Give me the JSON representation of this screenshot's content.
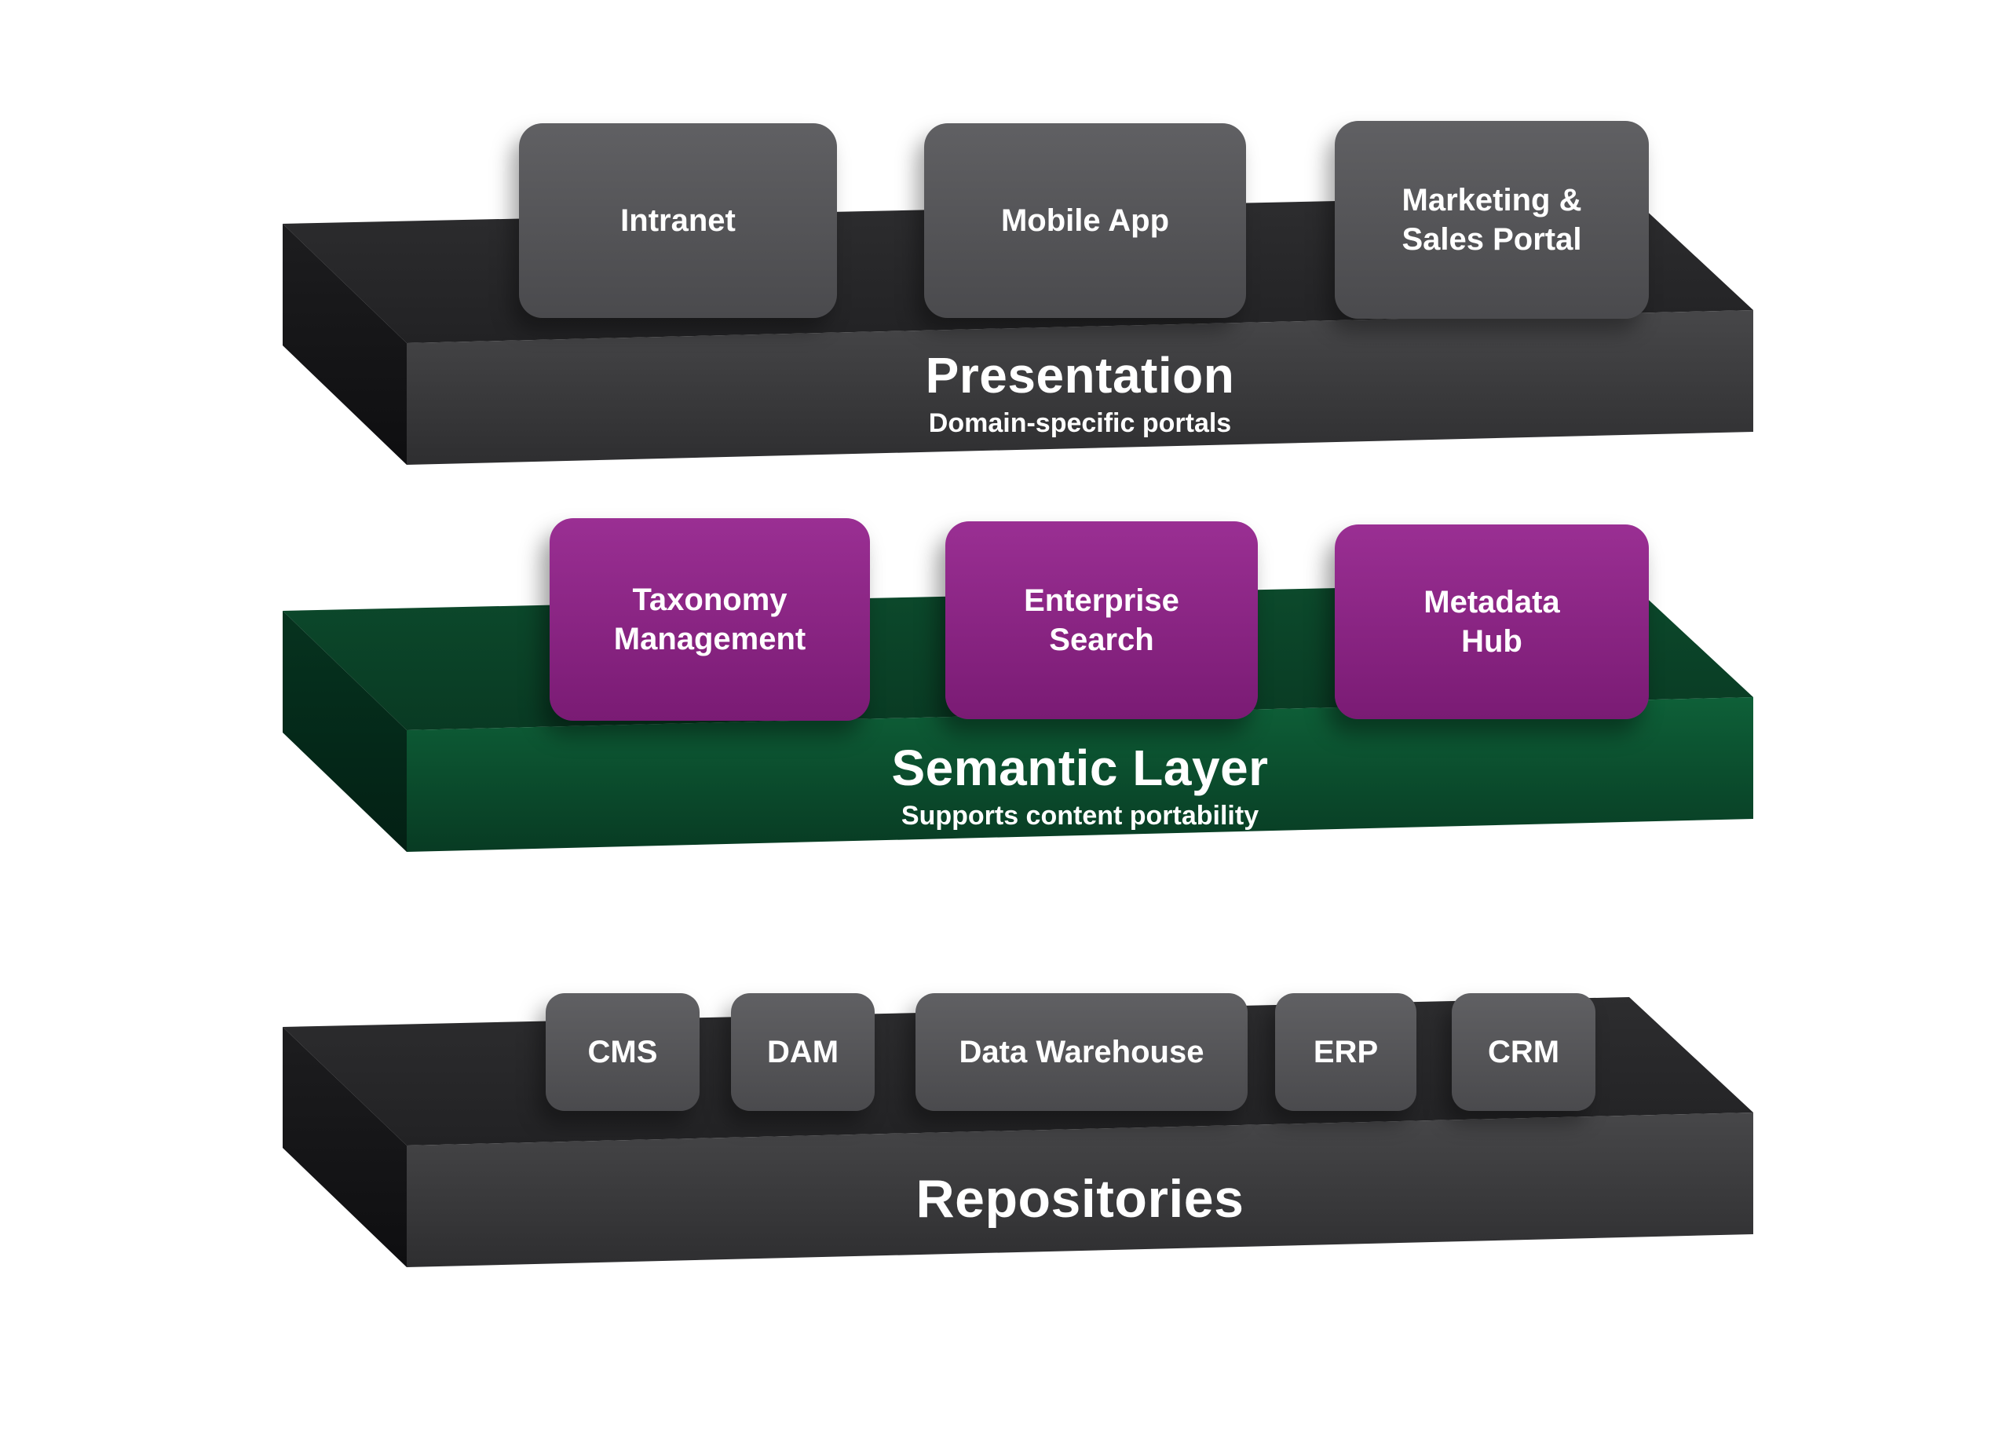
{
  "colors": {
    "background": "#ffffff",
    "slab_dark_front": "#3b3b3d",
    "slab_dark_top": "#29292b",
    "slab_green_front": "#0d5a36",
    "slab_green_top": "#0b4a2c",
    "box_gray": "#565658",
    "box_purple": "#8e2a88",
    "text": "#ffffff"
  },
  "layers": [
    {
      "id": "presentation",
      "title": "Presentation",
      "subtitle": "Domain-specific portals",
      "boxes": [
        {
          "lines": [
            "Intranet"
          ]
        },
        {
          "lines": [
            "Mobile App"
          ]
        },
        {
          "lines": [
            "Marketing &",
            "Sales Portal"
          ]
        }
      ]
    },
    {
      "id": "semantic-layer",
      "title": "Semantic Layer",
      "subtitle": "Supports content portability",
      "boxes": [
        {
          "lines": [
            "Taxonomy",
            "Management"
          ]
        },
        {
          "lines": [
            "Enterprise",
            "Search"
          ]
        },
        {
          "lines": [
            "Metadata",
            "Hub"
          ]
        }
      ]
    },
    {
      "id": "repositories",
      "title": "Repositories",
      "subtitle": "",
      "boxes": [
        {
          "lines": [
            "CMS"
          ]
        },
        {
          "lines": [
            "DAM"
          ]
        },
        {
          "lines": [
            "Data Warehouse"
          ]
        },
        {
          "lines": [
            "ERP"
          ]
        },
        {
          "lines": [
            "CRM"
          ]
        }
      ]
    }
  ]
}
